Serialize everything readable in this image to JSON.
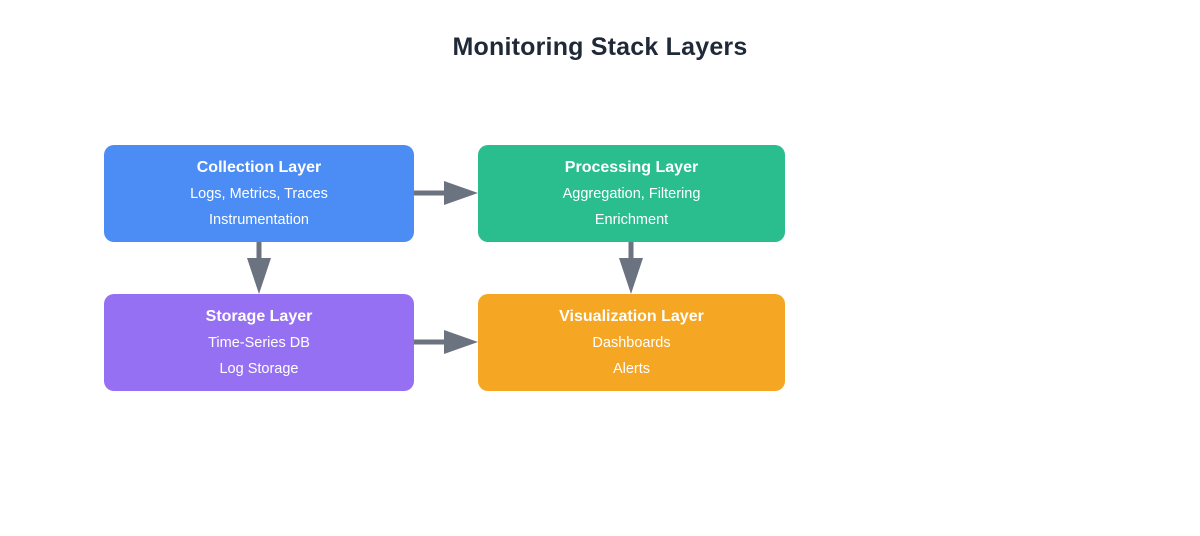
{
  "title": "Monitoring Stack Layers",
  "colors": {
    "title_text": "#1f2937",
    "node_text": "#ffffff",
    "arrow": "#6b7280",
    "background": "#ffffff"
  },
  "nodes": [
    {
      "id": "collection",
      "title": "Collection Layer",
      "lines": [
        "Logs, Metrics, Traces",
        "Instrumentation"
      ],
      "color": "#4c8df5"
    },
    {
      "id": "processing",
      "title": "Processing Layer",
      "lines": [
        "Aggregation, Filtering",
        "Enrichment"
      ],
      "color": "#2abd8e"
    },
    {
      "id": "storage",
      "title": "Storage Layer",
      "lines": [
        "Time-Series DB",
        "Log Storage"
      ],
      "color": "#9670f2"
    },
    {
      "id": "visualization",
      "title": "Visualization Layer",
      "lines": [
        "Dashboards",
        "Alerts"
      ],
      "color": "#f5a623"
    }
  ],
  "edges": [
    {
      "from": "Collection Layer",
      "to": "Processing Layer",
      "direction": "right"
    },
    {
      "from": "Collection Layer",
      "to": "Storage Layer",
      "direction": "down"
    },
    {
      "from": "Processing Layer",
      "to": "Visualization Layer",
      "direction": "down"
    },
    {
      "from": "Storage Layer",
      "to": "Visualization Layer",
      "direction": "right"
    }
  ]
}
